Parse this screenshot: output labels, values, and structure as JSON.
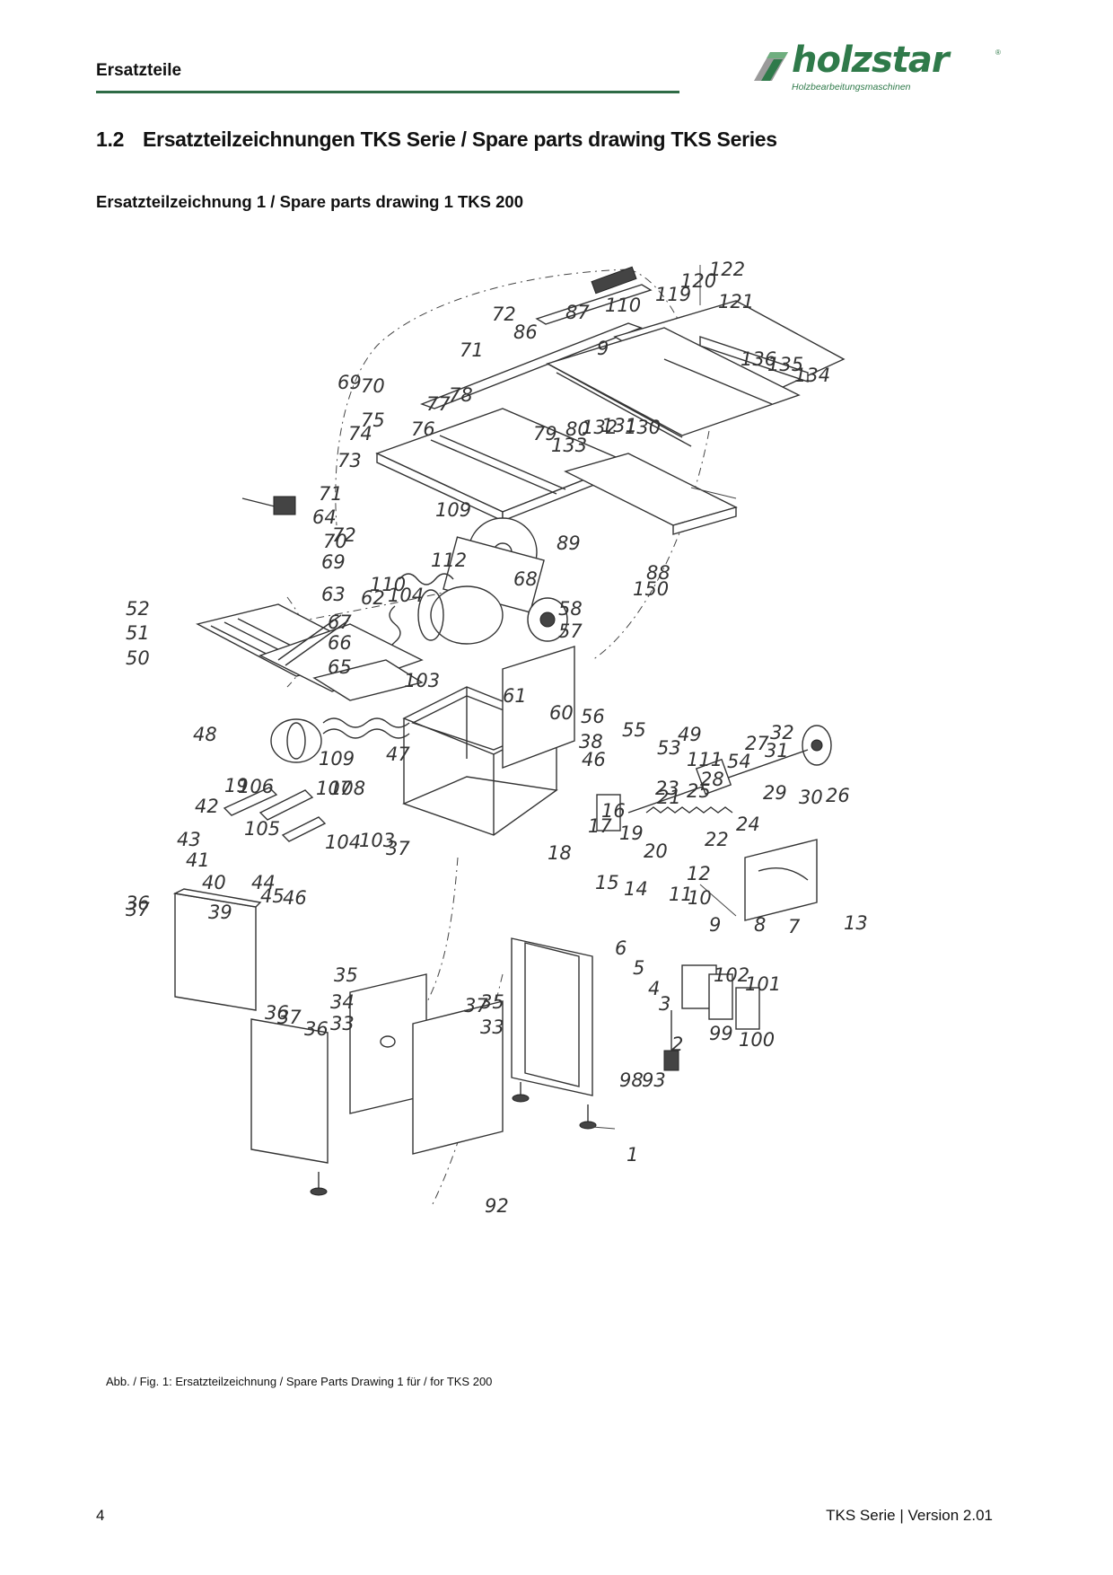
{
  "header": {
    "label": "Ersatzteile",
    "brand_word": "holzstar",
    "brand_tagline": "Holzbearbeitungsmaschinen",
    "brand_reg": "®",
    "rule_color": "#2e6b45",
    "brand_color": "#2f7a4a"
  },
  "section": {
    "number": "1.2",
    "title": "Ersatzteilzeichnungen TKS Serie / Spare parts drawing TKS Series"
  },
  "subheading": "Ersatzteilzeichnung 1 / Spare parts drawing 1 TKS 200",
  "drawing": {
    "part_labels": [
      "122",
      "120",
      "119",
      "121",
      "110",
      "87",
      "72",
      "86",
      "71",
      "9",
      "69",
      "70",
      "77",
      "78",
      "136",
      "135",
      "134",
      "75",
      "76",
      "79",
      "80",
      "132",
      "131",
      "130",
      "74",
      "73",
      "133",
      "71",
      "64",
      "109",
      "72",
      "89",
      "70",
      "69",
      "112",
      "68",
      "110",
      "88",
      "63",
      "62",
      "104",
      "150",
      "52",
      "51",
      "50",
      "67",
      "66",
      "65",
      "103",
      "58",
      "57",
      "61",
      "60",
      "56",
      "55",
      "53",
      "111",
      "54",
      "49",
      "48",
      "19",
      "109",
      "107",
      "108",
      "106",
      "47",
      "104",
      "105",
      "103",
      "37",
      "38",
      "46",
      "32",
      "31",
      "27",
      "26",
      "30",
      "29",
      "28",
      "25",
      "23",
      "22",
      "21",
      "24",
      "17",
      "16",
      "19",
      "20",
      "36",
      "18",
      "15",
      "14",
      "12",
      "42",
      "41",
      "40",
      "43",
      "44",
      "45",
      "46",
      "11",
      "10",
      "9",
      "8",
      "7",
      "13",
      "36",
      "37",
      "39",
      "35",
      "34",
      "33",
      "35",
      "37",
      "33",
      "3",
      "6",
      "5",
      "4",
      "102",
      "101",
      "100",
      "99",
      "2",
      "98",
      "93",
      "37",
      "36",
      "1",
      "92"
    ]
  },
  "caption": "Abb. / Fig. 1: Ersatzteilzeichnung / Spare Parts Drawing 1 für / for TKS 200",
  "footer": {
    "page_number": "4",
    "doc_version": "TKS Serie | Version 2.01"
  }
}
